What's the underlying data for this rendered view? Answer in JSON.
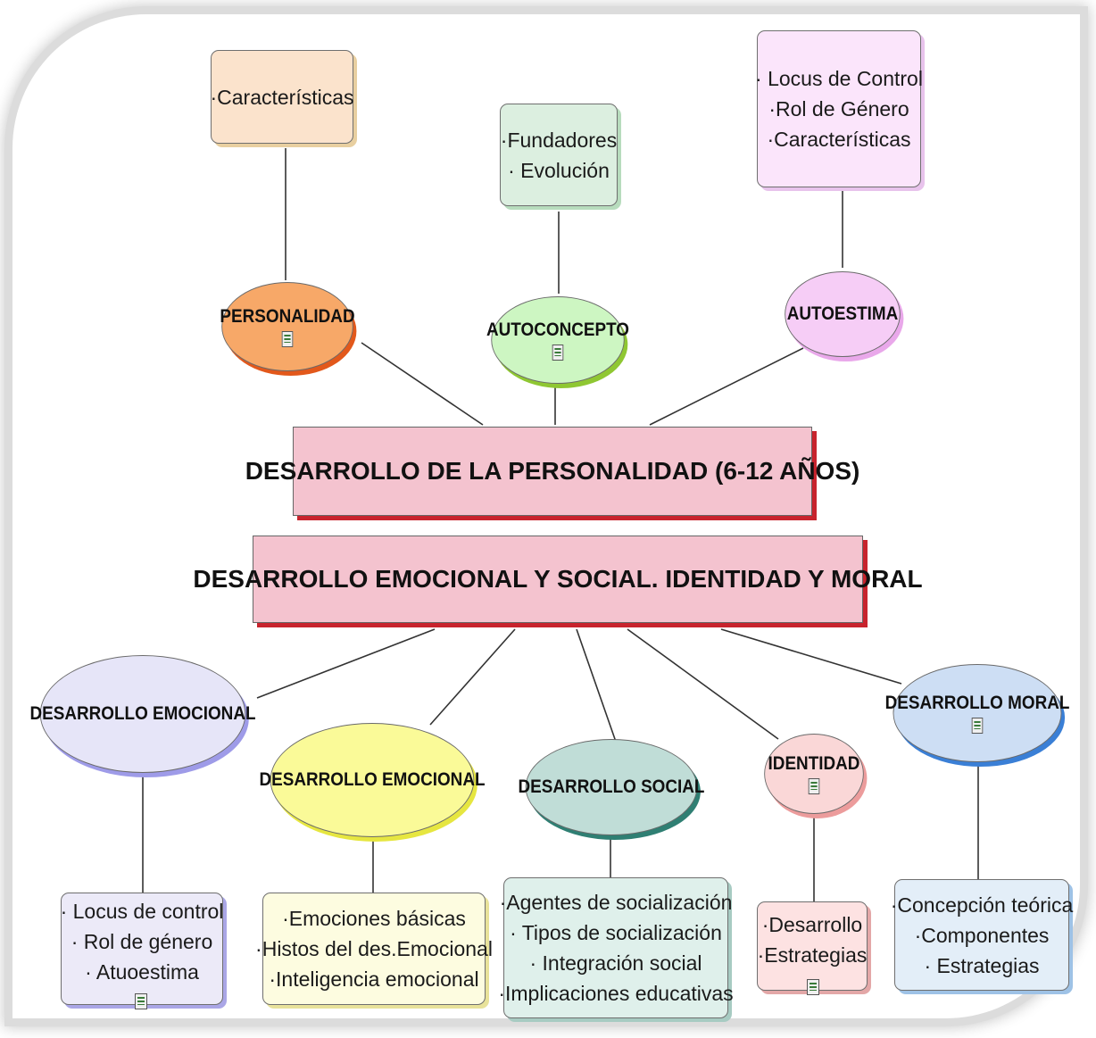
{
  "central": {
    "title_1": "DESARROLLO DE LA PERSONALIDAD (6-12 AÑOS)",
    "title_2": "DESARROLLO EMOCIONAL Y SOCIAL. IDENTIDAD Y MORAL"
  },
  "top_nodes": [
    {
      "label": "PERSONALIDAD",
      "fill": "#f7a868",
      "shadow": "#e2581b",
      "has_doc_icon": true,
      "note_lines": [
        "·Características"
      ],
      "note_fill": "#fbe3cc",
      "note_shadow": "#e8cfa0"
    },
    {
      "label": "AUTOCONCEPTO",
      "fill": "#cdf6c2",
      "shadow": "#8fc732",
      "has_doc_icon": true,
      "note_lines": [
        "·Fundadores",
        "· Evolución"
      ],
      "note_fill": "#dcefe0",
      "note_shadow": "#b7dcbd"
    },
    {
      "label": "AUTOESTIMA",
      "fill": "#f6cdf6",
      "shadow": "#e9a8ea",
      "has_doc_icon": false,
      "note_lines": [
        "· Locus de Control",
        "·Rol de Género",
        "·Características"
      ],
      "note_fill": "#fbe5fb",
      "note_shadow": "#e8c3ec"
    }
  ],
  "bottom_nodes": [
    {
      "label": "DESARROLLO EMOCIONAL",
      "fill": "#e6e5f8",
      "shadow": "#9e9be8",
      "has_doc_icon": false,
      "note_lines": [
        "· Locus de control",
        "· Rol de género",
        "· Atuoestima"
      ],
      "note_fill": "#eceaf8",
      "note_shadow": "#aaa6e6",
      "note_doc_icon": true
    },
    {
      "label": "DESARROLLO EMOCIONAL",
      "fill": "#fafa98",
      "shadow": "#e6e640",
      "has_doc_icon": false,
      "note_lines": [
        "·Emociones básicas",
        "·Histos del des.Emocional",
        "·Inteligencia emocional"
      ],
      "note_fill": "#fdfce0",
      "note_shadow": "#e8e29a",
      "note_doc_icon": false
    },
    {
      "label": "DESARROLLO SOCIAL",
      "fill": "#c0ddd7",
      "shadow": "#2f7f73",
      "has_doc_icon": false,
      "note_lines": [
        "·Agentes de socialización",
        "· Tipos de socialización",
        "· Integración social",
        "·Implicaciones educativas"
      ],
      "note_fill": "#dff0eb",
      "note_shadow": "#a7cbc2",
      "note_doc_icon": false
    },
    {
      "label": "IDENTIDAD",
      "fill": "#fad7d7",
      "shadow": "#ec9c9c",
      "has_doc_icon": true,
      "note_lines": [
        "·Desarrollo",
        "·Estrategias"
      ],
      "note_fill": "#fde2e2",
      "note_shadow": "#e3a7a7",
      "note_doc_icon": true
    },
    {
      "label": "DESARROLLO MORAL",
      "fill": "#cddef4",
      "shadow": "#3a7fd6",
      "has_doc_icon": true,
      "note_lines": [
        "·Concepción teórica",
        "·Componentes",
        "· Estrategias"
      ],
      "note_fill": "#e3eef8",
      "note_shadow": "#9ec2e6",
      "note_doc_icon": false
    }
  ],
  "icons": {
    "document": "document-icon"
  }
}
